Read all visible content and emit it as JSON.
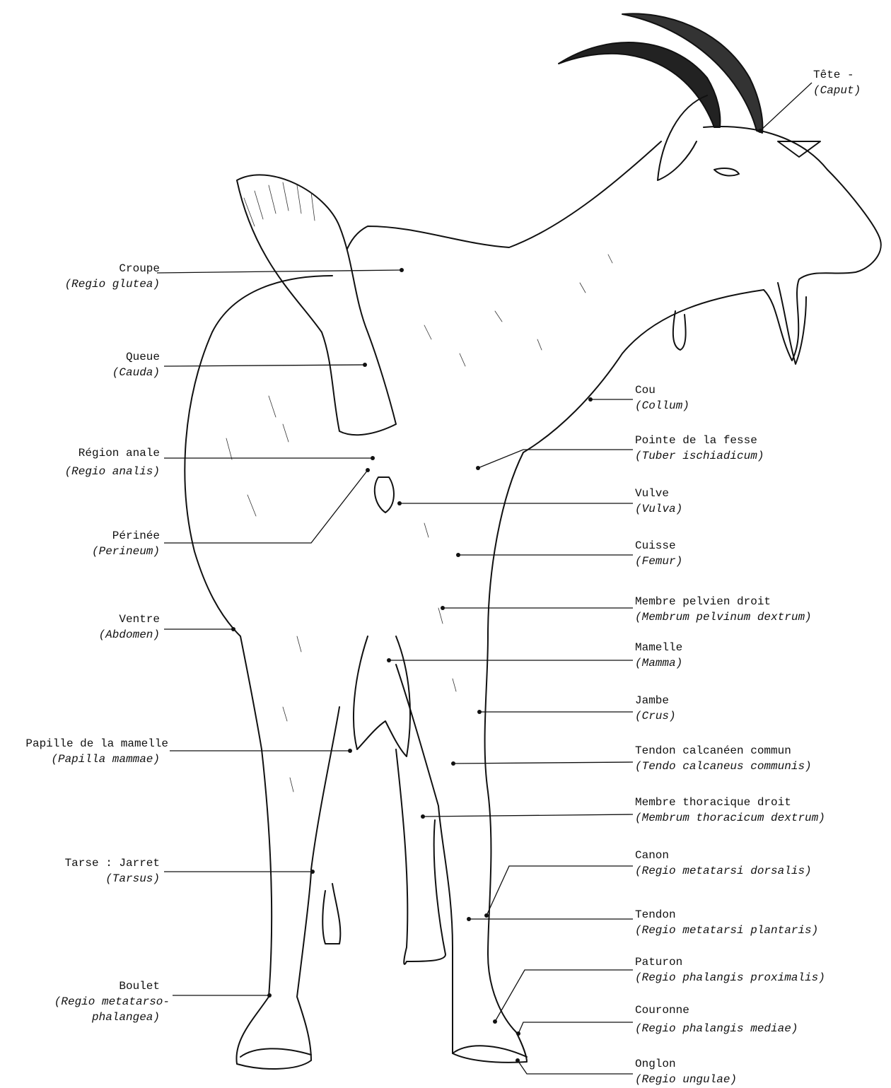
{
  "labels": {
    "tete": {
      "fr": "Tête -",
      "la": "(Caput)"
    },
    "croupe": {
      "fr": "Croupe",
      "la": "(Regio glutea)"
    },
    "queue": {
      "fr": "Queue",
      "la": "(Cauda)"
    },
    "region_anale": {
      "fr": "Région anale",
      "la": "(Regio analis)"
    },
    "perinee": {
      "fr": "Périnée",
      "la": "(Perineum)"
    },
    "ventre": {
      "fr": "Ventre",
      "la": "(Abdomen)"
    },
    "papille": {
      "fr": "Papille de la mamelle",
      "la": "(Papilla mammae)"
    },
    "tarse": {
      "fr": "Tarse : Jarret",
      "la": "(Tarsus)"
    },
    "boulet": {
      "fr": "Boulet",
      "la": "(Regio metatarso-",
      "la2": "phalangea)"
    },
    "cou": {
      "fr": "Cou",
      "la": "(Collum)"
    },
    "pointe_fesse": {
      "fr": "Pointe de la fesse",
      "la": "(Tuber ischiadicum)"
    },
    "vulve": {
      "fr": "Vulve",
      "la": "(Vulva)"
    },
    "cuisse": {
      "fr": "Cuisse",
      "la": "(Femur)"
    },
    "membre_pelvien": {
      "fr": "Membre pelvien droit",
      "la": "(Membrum pelvinum dextrum)"
    },
    "mamelle": {
      "fr": "Mamelle",
      "la": "(Mamma)"
    },
    "jambe": {
      "fr": "Jambe",
      "la": "(Crus)"
    },
    "tendon_calcaneen": {
      "fr": "Tendon calcanéen commun",
      "la": "(Tendo calcaneus communis)"
    },
    "membre_thoracique": {
      "fr": "Membre thoracique droit",
      "la": "(Membrum thoracicum dextrum)"
    },
    "canon": {
      "fr": "Canon",
      "la": "(Regio metatarsi dorsalis)"
    },
    "tendon": {
      "fr": "Tendon",
      "la": "(Regio metatarsi plantaris)"
    },
    "paturon": {
      "fr": "Paturon",
      "la": "(Regio phalangis proximalis)"
    },
    "couronne": {
      "fr": "Couronne",
      "la": "(Regio phalangis mediae)"
    },
    "onglon": {
      "fr": "Onglon",
      "la": "(Regio ungulae)"
    }
  }
}
